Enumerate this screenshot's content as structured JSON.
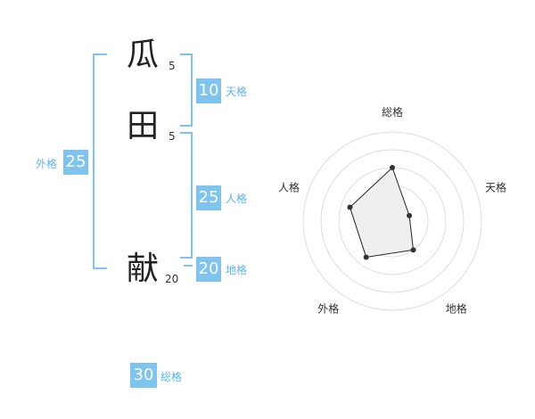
{
  "name_chars": [
    {
      "char": "瓜",
      "strokes": "5"
    },
    {
      "char": "田",
      "strokes": "5"
    },
    {
      "char": "献",
      "strokes": "20"
    }
  ],
  "kakusu": {
    "tenkaku": {
      "value": "10",
      "label": "天格"
    },
    "jinkaku": {
      "value": "25",
      "label": "人格"
    },
    "chikaku": {
      "value": "20",
      "label": "地格"
    },
    "gaikaku": {
      "value": "25",
      "label": "外格"
    },
    "soukaku": {
      "value": "30",
      "label": "総格"
    }
  },
  "chart_data": {
    "type": "radar",
    "axes": [
      "総格",
      "天格",
      "地格",
      "外格",
      "人格"
    ],
    "values": [
      30,
      10,
      20,
      25,
      25
    ],
    "range": [
      0,
      50
    ],
    "rings": 5,
    "colors": {
      "ring": "#dddddd",
      "fill": "#efefef",
      "line": "#222222",
      "point": "#333333",
      "center": "#cccccc"
    }
  },
  "colors": {
    "accent": "#7fc4ef",
    "label": "#5fb4ea"
  }
}
